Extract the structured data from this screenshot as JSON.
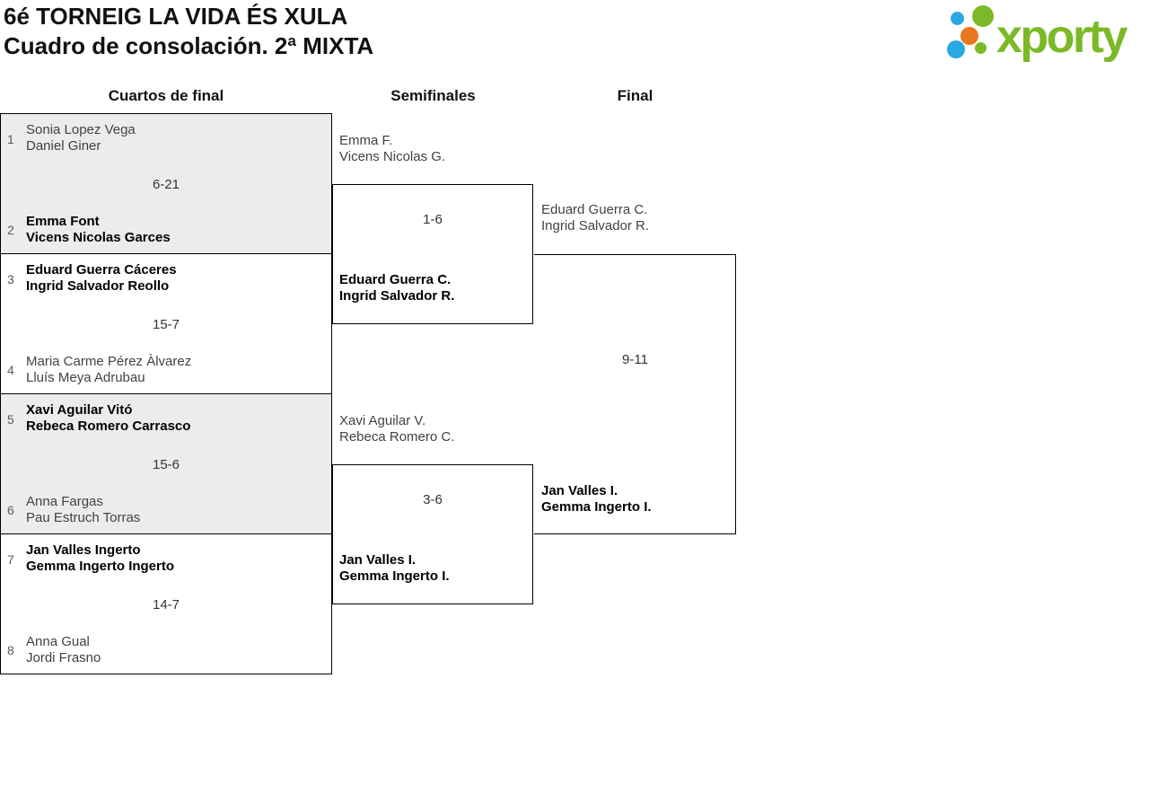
{
  "header": {
    "title_line1": "6é TORNEIG LA VIDA ÉS XULA",
    "title_line2": "Cuadro de consolación. 2ª MIXTA",
    "logo": {
      "text": "xporty"
    }
  },
  "rounds": [
    {
      "label": "Cuartos de final"
    },
    {
      "label": "Semifinales"
    },
    {
      "label": "Final"
    }
  ],
  "bracket": {
    "quarterfinals": [
      {
        "seed_top": "1",
        "top_line1": "Sonia Lopez Vega",
        "top_line2": "Daniel Giner",
        "score": "6-21",
        "seed_bottom": "2",
        "bottom_line1": "Emma Font",
        "bottom_line2": "Vicens Nicolas Garces",
        "winner": "bottom"
      },
      {
        "seed_top": "3",
        "top_line1": "Eduard Guerra Cáceres",
        "top_line2": "Ingrid Salvador Reollo",
        "score": "15-7",
        "seed_bottom": "4",
        "bottom_line1": "Maria Carme Pérez Àlvarez",
        "bottom_line2": "Lluís Meya Adrubau",
        "winner": "top"
      },
      {
        "seed_top": "5",
        "top_line1": "Xavi Aguilar Vitó",
        "top_line2": "Rebeca Romero Carrasco",
        "score": "15-6",
        "seed_bottom": "6",
        "bottom_line1": "Anna Fargas",
        "bottom_line2": "Pau Estruch Torras",
        "winner": "top"
      },
      {
        "seed_top": "7",
        "top_line1": "Jan Valles Ingerto",
        "top_line2": "Gemma Ingerto Ingerto",
        "score": "14-7",
        "seed_bottom": "8",
        "bottom_line1": "Anna Gual",
        "bottom_line2": "Jordi Frasno",
        "winner": "top"
      }
    ],
    "semifinals": [
      {
        "top_line1": "Emma F.",
        "top_line2": "Vicens Nicolas G.",
        "score": "1-6",
        "bottom_line1": "Eduard Guerra C.",
        "bottom_line2": "Ingrid Salvador R.",
        "winner": "bottom"
      },
      {
        "top_line1": "Xavi Aguilar V.",
        "top_line2": "Rebeca Romero C.",
        "score": "3-6",
        "bottom_line1": "Jan Valles I.",
        "bottom_line2": "Gemma Ingerto I.",
        "winner": "bottom"
      }
    ],
    "final": {
      "top_line1": "Eduard Guerra C.",
      "top_line2": "Ingrid Salvador R.",
      "score": "9-11",
      "bottom_line1": "Jan Valles I.",
      "bottom_line2": "Gemma Ingerto I.",
      "winner": "bottom"
    }
  },
  "colors": {
    "brand_green": "#7cb928",
    "brand_blue": "#29a9e1",
    "brand_orange": "#e8771f",
    "match_shade": "#ececec",
    "border": "#000000"
  }
}
